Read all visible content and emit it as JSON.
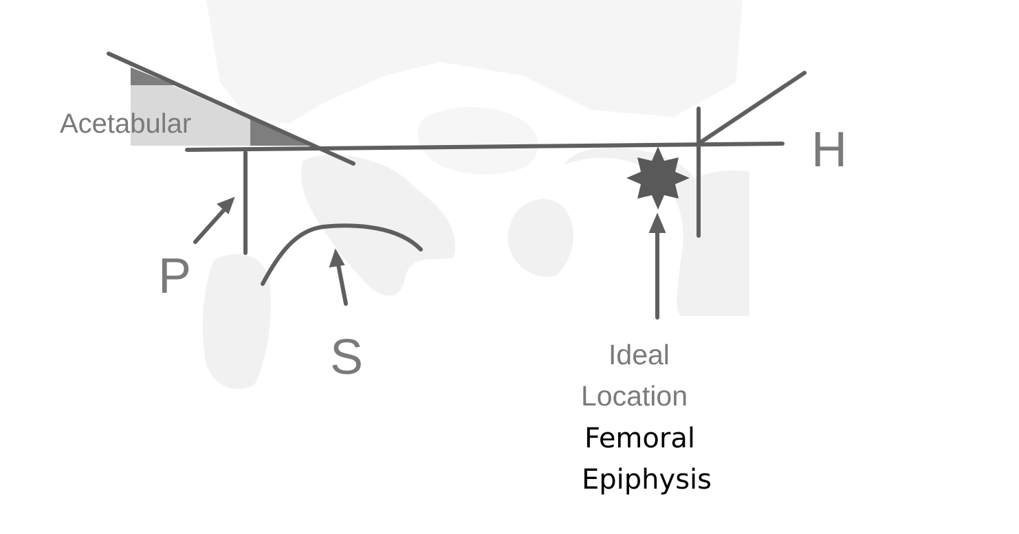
{
  "labels": {
    "acetabular": "Acetabular",
    "h_line": "H",
    "p_line": "P",
    "s_line": "S",
    "ideal_line1": "Ideal",
    "ideal_line2": "Location",
    "femoral_line1": "Femoral",
    "femoral_line2": "Epiphysis"
  },
  "colors": {
    "line": "#5f5f5f",
    "bone_faint": "#f1f1f1",
    "triangle_light": "#d9d9d9",
    "triangle_dark": "#7e7e7e",
    "star": "#595959",
    "label_grey": "#7a7a7a",
    "label_dark": "#000000"
  }
}
